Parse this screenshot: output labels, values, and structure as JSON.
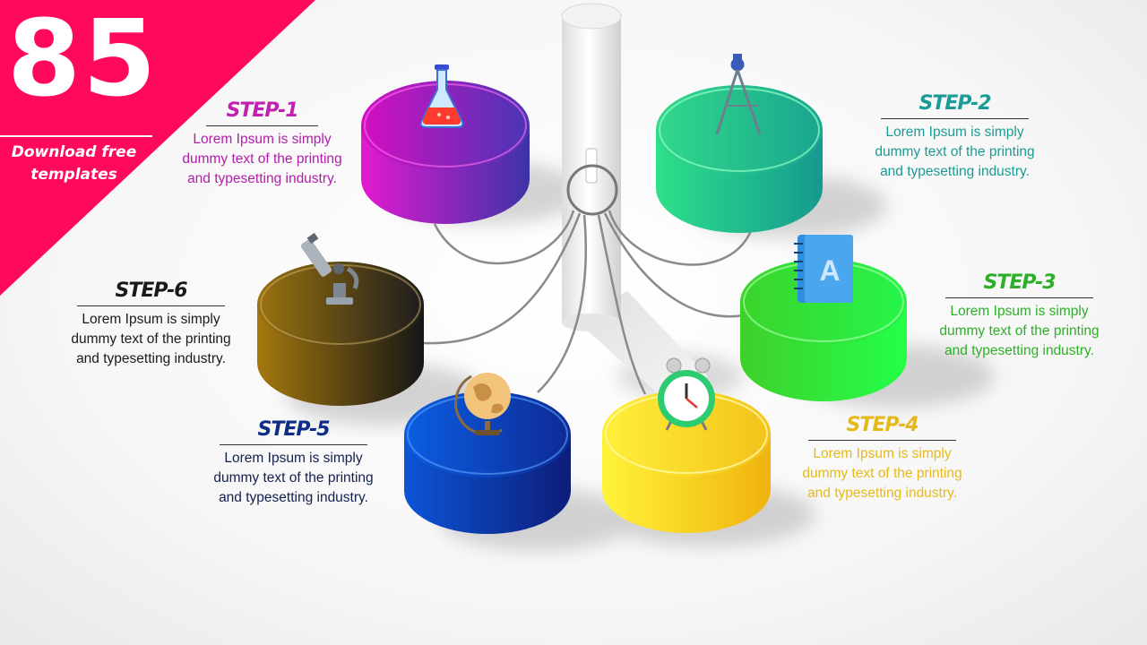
{
  "badge": {
    "number": "85",
    "subtitle_line1": "Download free",
    "subtitle_line2": "templates",
    "color": "#ff0a5a"
  },
  "steps": [
    {
      "title": "STEP-1",
      "lines": [
        "Lorem Ipsum is simply",
        "dummy text of the printing",
        "and typesetting industry."
      ],
      "title_color": "#c21fb3",
      "text_color": "#b01fa8",
      "icon": "flask-icon"
    },
    {
      "title": "STEP-2",
      "lines": [
        "Lorem Ipsum is simply",
        "dummy text of the printing",
        "and typesetting industry."
      ],
      "title_color": "#1b9b95",
      "text_color": "#1b9b95",
      "icon": "compass-icon"
    },
    {
      "title": "STEP-3",
      "lines": [
        "Lorem Ipsum is simply",
        "dummy text of the printing",
        "and typesetting industry."
      ],
      "title_color": "#2fae2a",
      "text_color": "#2fae2a",
      "icon": "address-book-icon"
    },
    {
      "title": "STEP-4",
      "lines": [
        "Lorem Ipsum is simply",
        "dummy text of the printing",
        "and typesetting industry."
      ],
      "title_color": "#e6b91a",
      "text_color": "#e6b91a",
      "icon": "alarm-clock-icon"
    },
    {
      "title": "STEP-5",
      "lines": [
        "Lorem Ipsum is simply",
        "dummy text of the printing",
        "and typesetting industry."
      ],
      "title_color": "#0c2c86",
      "text_color": "#14204f",
      "icon": "globe-icon"
    },
    {
      "title": "STEP-6",
      "lines": [
        "Lorem Ipsum is simply",
        "dummy text of the printing",
        "and typesetting industry."
      ],
      "title_color": "#1a1a1a",
      "text_color": "#1a1a1a",
      "icon": "microscope-icon"
    }
  ]
}
